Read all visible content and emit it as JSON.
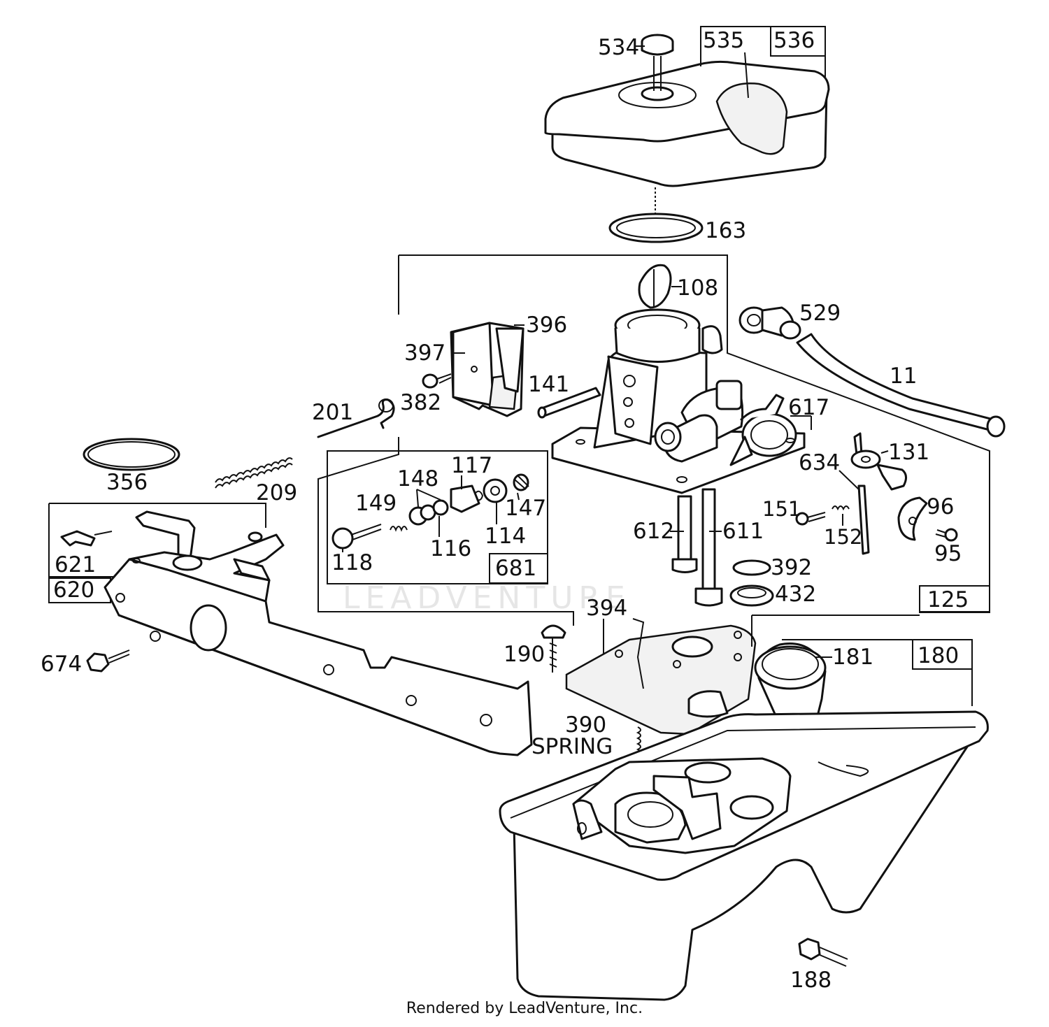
{
  "labels": {
    "p534": "534",
    "p535": "535",
    "p536": "536",
    "p163": "163",
    "p108": "108",
    "p529": "529",
    "p396": "396",
    "p397": "397",
    "p382": "382",
    "p141": "141",
    "p201": "201",
    "p617": "617",
    "p11": "11",
    "p131": "131",
    "p634": "634",
    "p96": "96",
    "p95": "95",
    "p151": "151",
    "p152": "152",
    "p612": "612",
    "p611": "611",
    "p392": "392",
    "p432": "432",
    "p125": "125",
    "p356": "356",
    "p209": "209",
    "p621": "621",
    "p620": "620",
    "p674": "674",
    "p148": "148",
    "p117": "117",
    "p149": "149",
    "p147": "147",
    "p116": "116",
    "p114": "114",
    "p118": "118",
    "p681": "681",
    "p394": "394",
    "p190": "190",
    "p181": "181",
    "p180": "180",
    "p390": "390",
    "spring": "SPRING",
    "p188": "188"
  },
  "watermark": "LEADVENTURE",
  "footer": "Rendered by LeadVenture, Inc."
}
